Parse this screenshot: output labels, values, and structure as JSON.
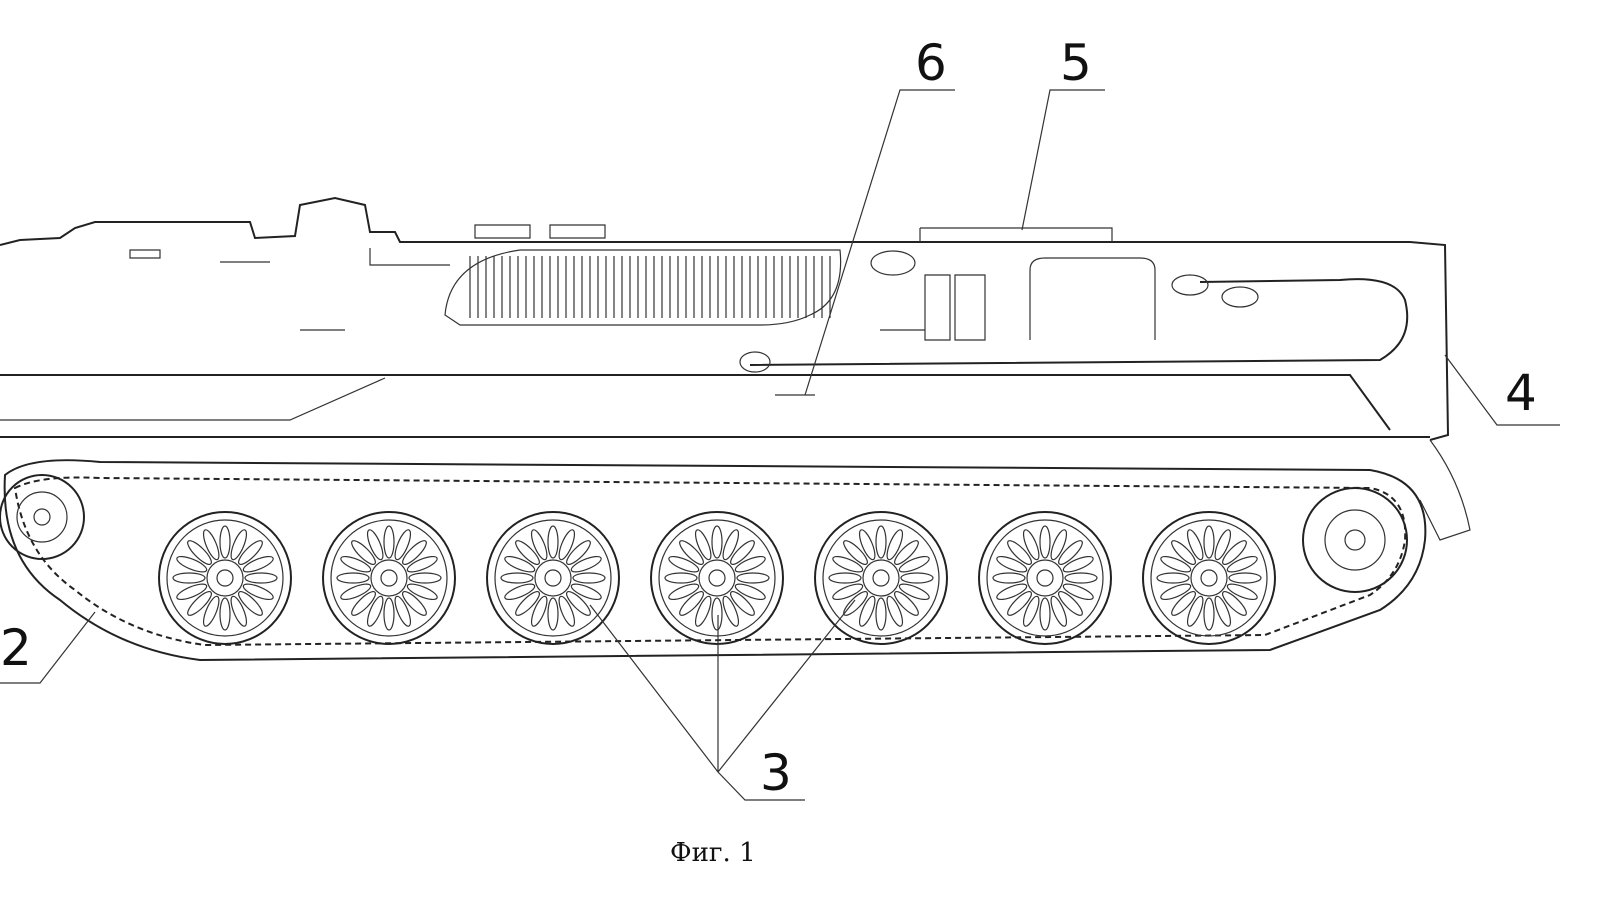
{
  "figure": {
    "caption": "Фиг. 1",
    "callouts": [
      {
        "id": "2",
        "text": "2"
      },
      {
        "id": "3",
        "text": "3"
      },
      {
        "id": "4",
        "text": "4"
      },
      {
        "id": "5",
        "text": "5"
      },
      {
        "id": "6",
        "text": "6"
      }
    ],
    "road_wheel_count": 7
  }
}
